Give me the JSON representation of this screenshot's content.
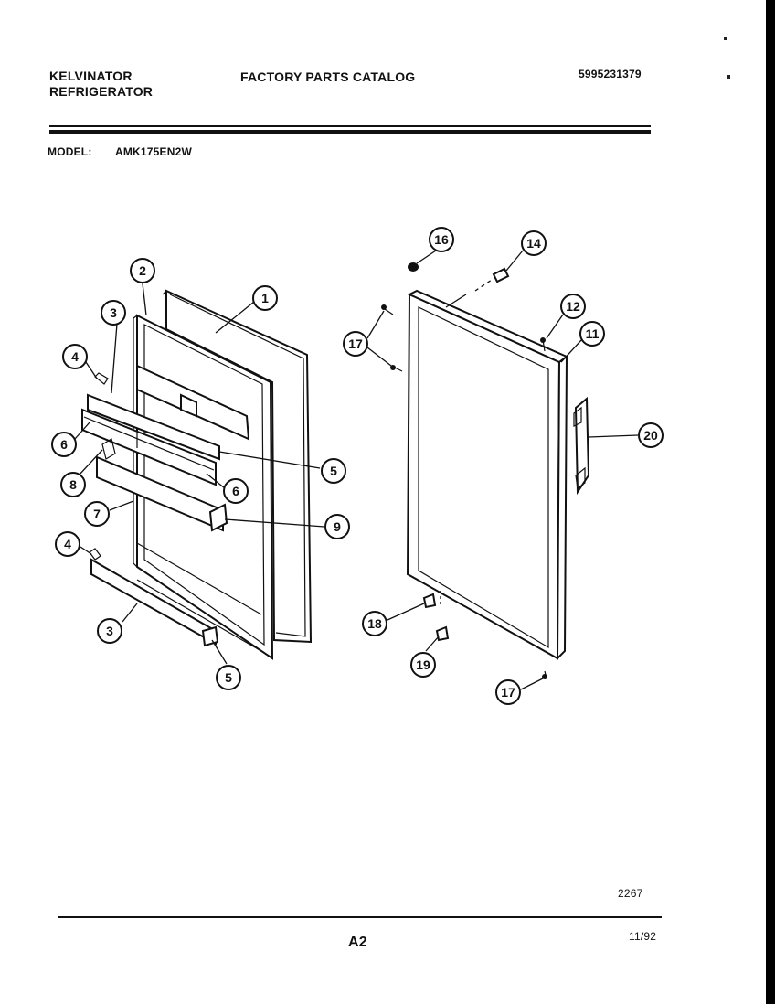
{
  "header": {
    "brand_line1": "KELVINATOR",
    "brand_line2": "REFRIGERATOR",
    "catalog_title": "FACTORY PARTS CATALOG",
    "catalog_number": "5995231379",
    "model_label": "MODEL:",
    "model_value": "AMK175EN2W"
  },
  "footer": {
    "diagram_number": "2267",
    "page_label": "A2",
    "date": "11/92"
  },
  "callouts": [
    {
      "id": "c1",
      "label": "1"
    },
    {
      "id": "c2",
      "label": "2"
    },
    {
      "id": "c3a",
      "label": "3"
    },
    {
      "id": "c4a",
      "label": "4"
    },
    {
      "id": "c6a",
      "label": "6"
    },
    {
      "id": "c8",
      "label": "8"
    },
    {
      "id": "c5a",
      "label": "5"
    },
    {
      "id": "c6b",
      "label": "6"
    },
    {
      "id": "c7",
      "label": "7"
    },
    {
      "id": "c9",
      "label": "9"
    },
    {
      "id": "c4b",
      "label": "4"
    },
    {
      "id": "c3b",
      "label": "3"
    },
    {
      "id": "c5b",
      "label": "5"
    },
    {
      "id": "c16",
      "label": "16"
    },
    {
      "id": "c14",
      "label": "14"
    },
    {
      "id": "c17a",
      "label": "17"
    },
    {
      "id": "c12",
      "label": "12"
    },
    {
      "id": "c11",
      "label": "11"
    },
    {
      "id": "c20",
      "label": "20"
    },
    {
      "id": "c18",
      "label": "18"
    },
    {
      "id": "c19",
      "label": "19"
    },
    {
      "id": "c17b",
      "label": "17"
    }
  ]
}
